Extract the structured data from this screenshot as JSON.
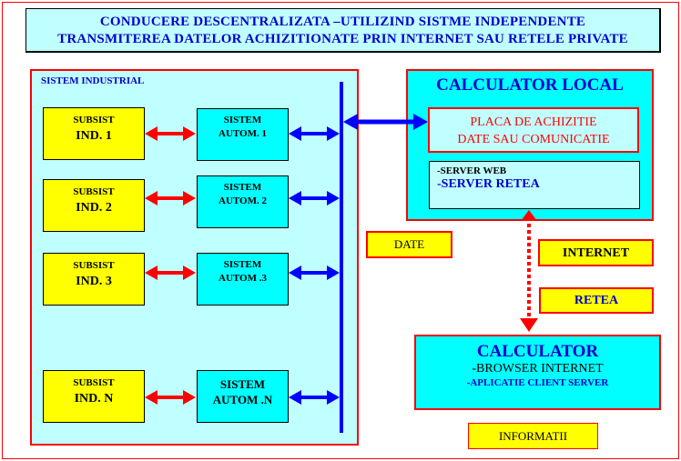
{
  "title": {
    "line1": "CONDUCERE   DESCENTRALIZATA  –UTILIZIND SISTME INDEPENDENTE",
    "line2": "TRANSMITEREA DATELOR ACHIZITIONATE PRIN INTERNET SAU RETELE  PRIVATE"
  },
  "industrial": {
    "label": "SISTEM INDUSTRIAL",
    "rows": [
      {
        "sub_line1": "SUBSIST",
        "sub_line2": "IND. 1",
        "aut_line1": "SISTEM",
        "aut_line2": "AUTOM. 1"
      },
      {
        "sub_line1": "SUBSIST",
        "sub_line2": "IND. 2",
        "aut_line1": "SISTEM",
        "aut_line2": "AUTOM. 2"
      },
      {
        "sub_line1": "SUBSIST",
        "sub_line2": "IND. 3",
        "aut_line1": "SISTEM",
        "aut_line2": "AUTOM .3"
      },
      {
        "sub_line1": "SUBSIST",
        "sub_line2": "IND. N",
        "aut_line1": "SISTEM",
        "aut_line2": "AUTOM .N"
      }
    ]
  },
  "calculator_local": {
    "title": "CALCULATOR LOCAL",
    "placa_line1": "PLACA DE ACHIZITIE",
    "placa_line2": "DATE SAU COMUNICATIE",
    "server_web": "-SERVER WEB",
    "server_retea": "-SERVER RETEA"
  },
  "labels": {
    "date": "DATE",
    "internet": "INTERNET",
    "retea": "RETEA",
    "informatii": "INFORMATII"
  },
  "calculator": {
    "title": "CALCULATOR",
    "line1": "-BROWSER INTERNET",
    "line2": "-APLICATIE CLIENT SERVER"
  },
  "colors": {
    "red": "#ff0000",
    "blue": "#0000ff",
    "yellow": "#ffff00",
    "cyan": "#00ffff",
    "light_cyan": "#c0ffff",
    "text_blue": "#0000cc"
  }
}
